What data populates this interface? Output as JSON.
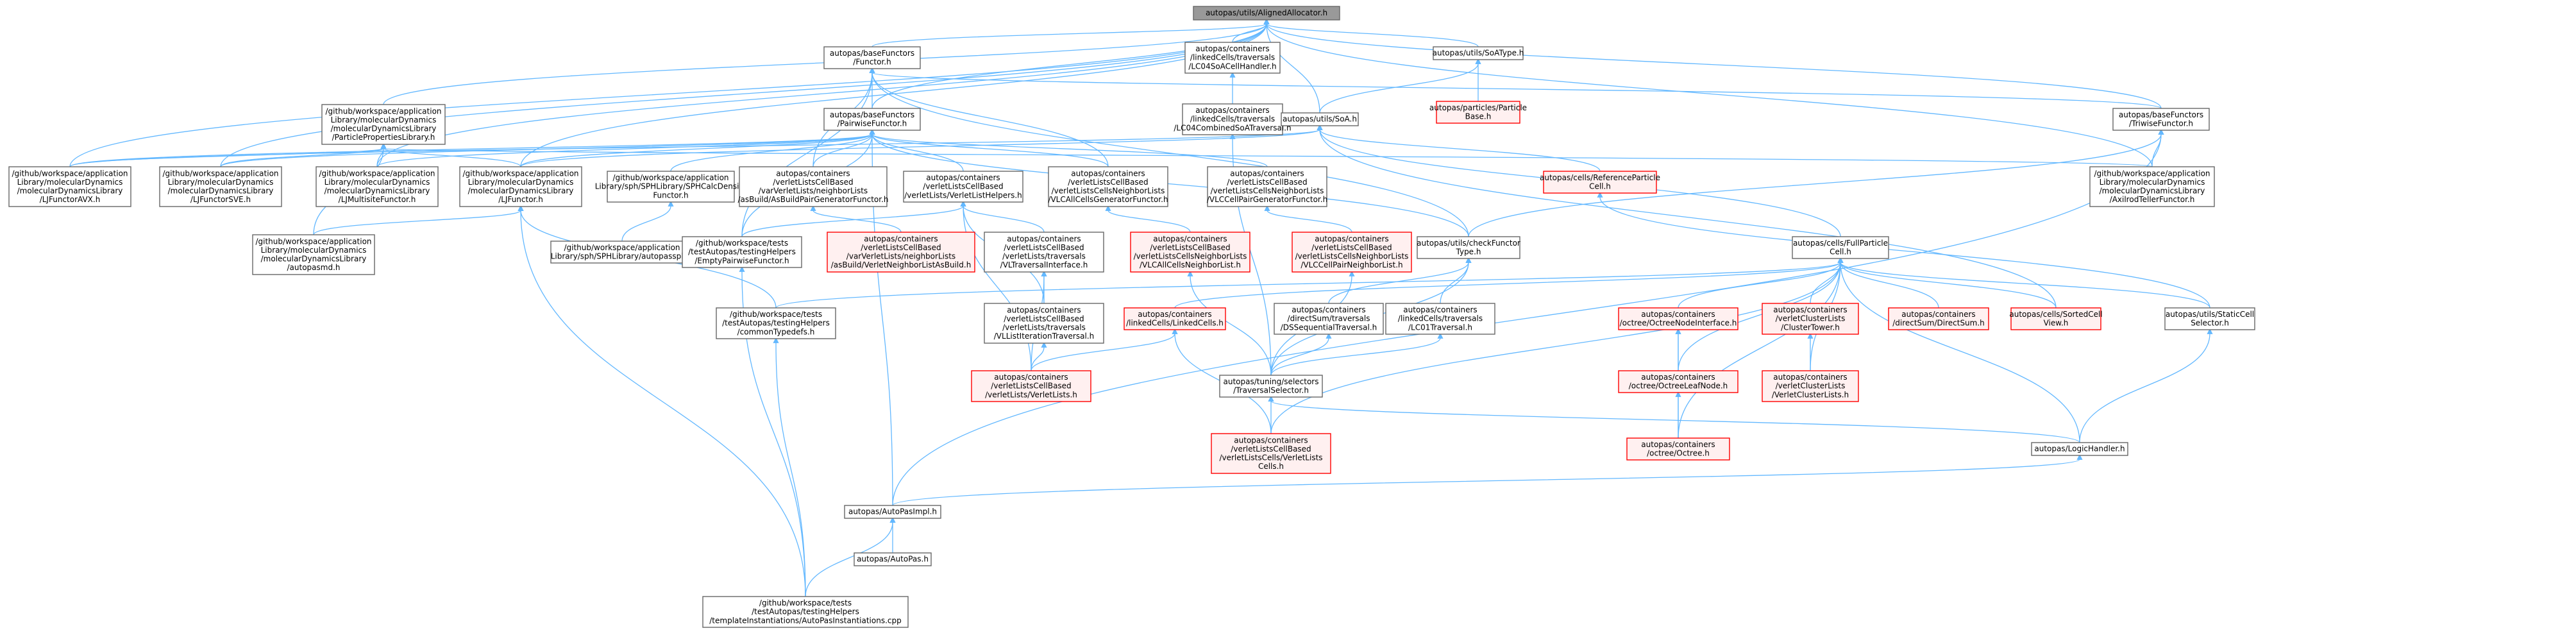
{
  "diagram": {
    "colors": {
      "edge": "#63B8FF",
      "node_fill": "#ffffff",
      "node_border": "#666666",
      "root_fill": "#999999",
      "root_border": "#666666",
      "missing_border": "#ff0000",
      "missing_fill": "#fff0f0"
    },
    "nodes": [
      {
        "id": "root",
        "kind": "root",
        "lines": [
          "autopas/utils/AlignedAllocator.h"
        ]
      },
      {
        "id": "basefunctor",
        "kind": "normal",
        "lines": [
          "autopas/baseFunctors",
          "/Functor.h"
        ]
      },
      {
        "id": "lc04soa",
        "kind": "normal",
        "lines": [
          "autopas/containers",
          "/linkedCells/traversals",
          "/LC04SoACellHandler.h"
        ]
      },
      {
        "id": "soatype",
        "kind": "normal",
        "lines": [
          "autopas/utils/SoAType.h"
        ]
      },
      {
        "id": "ppl",
        "kind": "normal",
        "lines": [
          "/github/workspace/application",
          "Library/molecularDynamics",
          "/molecularDynamicsLibrary",
          "/ParticlePropertiesLibrary.h"
        ]
      },
      {
        "id": "pairwise",
        "kind": "normal",
        "lines": [
          "autopas/baseFunctors",
          "/PairwiseFunctor.h"
        ]
      },
      {
        "id": "lc04comb",
        "kind": "normal",
        "lines": [
          "autopas/containers",
          "/linkedCells/traversals",
          "/LC04CombinedSoATraversal.h"
        ]
      },
      {
        "id": "particlebase",
        "kind": "missing",
        "lines": [
          "autopas/particles/Particle",
          "Base.h"
        ]
      },
      {
        "id": "soa",
        "kind": "normal",
        "lines": [
          "autopas/utils/SoA.h"
        ]
      },
      {
        "id": "triwise",
        "kind": "normal",
        "lines": [
          "autopas/baseFunctors",
          "/TriwiseFunctor.h"
        ]
      },
      {
        "id": "ljavx",
        "kind": "normal",
        "lines": [
          "/github/workspace/application",
          "Library/molecularDynamics",
          "/molecularDynamicsLibrary",
          "/LJFunctorAVX.h"
        ]
      },
      {
        "id": "ljsve",
        "kind": "normal",
        "lines": [
          "/github/workspace/application",
          "Library/molecularDynamics",
          "/molecularDynamicsLibrary",
          "/LJFunctorSVE.h"
        ]
      },
      {
        "id": "ljmulti",
        "kind": "normal",
        "lines": [
          "/github/workspace/application",
          "Library/molecularDynamics",
          "/molecularDynamicsLibrary",
          "/LJMultisiteFunctor.h"
        ]
      },
      {
        "id": "ljfunctor",
        "kind": "normal",
        "lines": [
          "/github/workspace/application",
          "Library/molecularDynamics",
          "/molecularDynamicsLibrary",
          "/LJFunctor.h"
        ]
      },
      {
        "id": "sphdensity",
        "kind": "normal",
        "lines": [
          "/github/workspace/application",
          "Library/sph/SPHLibrary/SPHCalcDensity",
          "Functor.h"
        ]
      },
      {
        "id": "asbuildgen",
        "kind": "normal",
        "lines": [
          "autopas/containers",
          "/verletListsCellBased",
          "/varVerletLists/neighborLists",
          "/asBuild/AsBuildPairGeneratorFunctor.h"
        ]
      },
      {
        "id": "vlhelpers",
        "kind": "normal",
        "lines": [
          "autopas/containers",
          "/verletListsCellBased",
          "/verletLists/VerletListHelpers.h"
        ]
      },
      {
        "id": "vlcallgen",
        "kind": "normal",
        "lines": [
          "autopas/containers",
          "/verletListsCellBased",
          "/verletListsCellsNeighborLists",
          "/VLCAllCellsGeneratorFunctor.h"
        ]
      },
      {
        "id": "vlcpairgen",
        "kind": "normal",
        "lines": [
          "autopas/containers",
          "/verletListsCellBased",
          "/verletListsCellsNeighborLists",
          "/VLCCellPairGeneratorFunctor.h"
        ]
      },
      {
        "id": "refcell",
        "kind": "missing",
        "lines": [
          "autopas/cells/ReferenceParticle",
          "Cell.h"
        ]
      },
      {
        "id": "axilrod",
        "kind": "normal",
        "lines": [
          "/github/workspace/application",
          "Library/molecularDynamics",
          "/molecularDynamicsLibrary",
          "/AxilrodTellerFunctor.h"
        ]
      },
      {
        "id": "autopasmd",
        "kind": "normal",
        "lines": [
          "/github/workspace/application",
          "Library/molecularDynamics",
          "/molecularDynamicsLibrary",
          "/autopasmd.h"
        ]
      },
      {
        "id": "autopassph",
        "kind": "normal",
        "lines": [
          "/github/workspace/application",
          "Library/sph/SPHLibrary/autopassph.h"
        ]
      },
      {
        "id": "emptypair",
        "kind": "normal",
        "lines": [
          "/github/workspace/tests",
          "/testAutopas/testingHelpers",
          "/EmptyPairwiseFunctor.h"
        ]
      },
      {
        "id": "vlneighlistasbuild",
        "kind": "missing",
        "lines": [
          "autopas/containers",
          "/verletListsCellBased",
          "/varVerletLists/neighborLists",
          "/asBuild/VerletNeighborListAsBuild.h"
        ]
      },
      {
        "id": "vltraversalif",
        "kind": "normal",
        "lines": [
          "autopas/containers",
          "/verletListsCellBased",
          "/verletLists/traversals",
          "/VLTraversalInterface.h"
        ]
      },
      {
        "id": "vlcallneigh",
        "kind": "missing",
        "lines": [
          "autopas/containers",
          "/verletListsCellBased",
          "/verletListsCellsNeighborLists",
          "/VLCAllCellsNeighborList.h"
        ]
      },
      {
        "id": "vlcpairneigh",
        "kind": "missing",
        "lines": [
          "autopas/containers",
          "/verletListsCellBased",
          "/verletListsCellsNeighborLists",
          "/VLCCellPairNeighborList.h"
        ]
      },
      {
        "id": "checkfunctor",
        "kind": "normal",
        "lines": [
          "autopas/utils/checkFunctor",
          "Type.h"
        ]
      },
      {
        "id": "fullparticle",
        "kind": "normal",
        "lines": [
          "autopas/cells/FullParticle",
          "Cell.h"
        ]
      },
      {
        "id": "commontypedefs",
        "kind": "normal",
        "lines": [
          "/github/workspace/tests",
          "/testAutopas/testingHelpers",
          "/commonTypedefs.h"
        ]
      },
      {
        "id": "vllistiter",
        "kind": "normal",
        "lines": [
          "autopas/containers",
          "/verletListsCellBased",
          "/verletLists/traversals",
          "/VLListIterationTraversal.h"
        ]
      },
      {
        "id": "linkedcells",
        "kind": "missing",
        "lines": [
          "autopas/containers",
          "/linkedCells/LinkedCells.h"
        ]
      },
      {
        "id": "dsseq",
        "kind": "normal",
        "lines": [
          "autopas/containers",
          "/directSum/traversals",
          "/DSSequentialTraversal.h"
        ]
      },
      {
        "id": "lc01",
        "kind": "normal",
        "lines": [
          "autopas/containers",
          "/linkedCells/traversals",
          "/LC01Traversal.h"
        ]
      },
      {
        "id": "octnodeif",
        "kind": "missing",
        "lines": [
          "autopas/containers",
          "/octree/OctreeNodeInterface.h"
        ]
      },
      {
        "id": "clustertower",
        "kind": "missing",
        "lines": [
          "autopas/containers",
          "/verletClusterLists",
          "/ClusterTower.h"
        ]
      },
      {
        "id": "directsum",
        "kind": "missing",
        "lines": [
          "autopas/containers",
          "/directSum/DirectSum.h"
        ]
      },
      {
        "id": "sortedcell",
        "kind": "missing",
        "lines": [
          "autopas/cells/SortedCell",
          "View.h"
        ]
      },
      {
        "id": "staticcell",
        "kind": "normal",
        "lines": [
          "autopas/utils/StaticCell",
          "Selector.h"
        ]
      },
      {
        "id": "verletlists",
        "kind": "missing",
        "lines": [
          "autopas/containers",
          "/verletListsCellBased",
          "/verletLists/VerletLists.h"
        ]
      },
      {
        "id": "travselector",
        "kind": "normal",
        "lines": [
          "autopas/tuning/selectors",
          "/TraversalSelector.h"
        ]
      },
      {
        "id": "octleaf",
        "kind": "missing",
        "lines": [
          "autopas/containers",
          "/octree/OctreeLeafNode.h"
        ]
      },
      {
        "id": "vclists",
        "kind": "missing",
        "lines": [
          "autopas/containers",
          "/verletClusterLists",
          "/VerletClusterLists.h"
        ]
      },
      {
        "id": "vlcells",
        "kind": "missing",
        "lines": [
          "autopas/containers",
          "/verletListsCellBased",
          "/verletListsCells/VerletLists",
          "Cells.h"
        ]
      },
      {
        "id": "octree",
        "kind": "missing",
        "lines": [
          "autopas/containers",
          "/octree/Octree.h"
        ]
      },
      {
        "id": "logichandler",
        "kind": "normal",
        "lines": [
          "autopas/LogicHandler.h"
        ]
      },
      {
        "id": "autopasimpl",
        "kind": "normal",
        "lines": [
          "autopas/AutoPasImpl.h"
        ]
      },
      {
        "id": "autopas",
        "kind": "normal",
        "lines": [
          "autopas/AutoPas.h"
        ]
      },
      {
        "id": "autopasinst",
        "kind": "normal",
        "lines": [
          "/github/workspace/tests",
          "/testAutopas/testingHelpers",
          "/templateInstantiations/AutoPasInstantiations.cpp"
        ]
      }
    ],
    "edges": [
      [
        "root",
        "basefunctor"
      ],
      [
        "root",
        "lc04soa"
      ],
      [
        "root",
        "soatype"
      ],
      [
        "root",
        "ppl"
      ],
      [
        "root",
        "pairwise"
      ],
      [
        "root",
        "soa"
      ],
      [
        "root",
        "triwise"
      ],
      [
        "root",
        "ljavx"
      ],
      [
        "root",
        "ljsve"
      ],
      [
        "root",
        "ljmulti"
      ],
      [
        "root",
        "ljfunctor"
      ],
      [
        "root",
        "axilrod"
      ],
      [
        "basefunctor",
        "pairwise"
      ],
      [
        "basefunctor",
        "triwise"
      ],
      [
        "basefunctor",
        "emptypair"
      ],
      [
        "basefunctor",
        "checkfunctor"
      ],
      [
        "basefunctor",
        "vlcallgen"
      ],
      [
        "basefunctor",
        "asbuildgen"
      ],
      [
        "lc04soa",
        "lc04comb"
      ],
      [
        "lc04comb",
        "travselector"
      ],
      [
        "soatype",
        "particlebase"
      ],
      [
        "soatype",
        "soa"
      ],
      [
        "ppl",
        "ljavx"
      ],
      [
        "ppl",
        "ljsve"
      ],
      [
        "ppl",
        "ljmulti"
      ],
      [
        "ppl",
        "ljfunctor"
      ],
      [
        "ppl",
        "autopasmd"
      ],
      [
        "ppl",
        "axilrod"
      ],
      [
        "pairwise",
        "ljavx"
      ],
      [
        "pairwise",
        "ljsve"
      ],
      [
        "pairwise",
        "ljmulti"
      ],
      [
        "pairwise",
        "ljfunctor"
      ],
      [
        "pairwise",
        "sphdensity"
      ],
      [
        "pairwise",
        "asbuildgen"
      ],
      [
        "pairwise",
        "vlhelpers"
      ],
      [
        "pairwise",
        "vlcallgen"
      ],
      [
        "pairwise",
        "vlcpairgen"
      ],
      [
        "pairwise",
        "autopasimpl"
      ],
      [
        "pairwise",
        "checkfunctor"
      ],
      [
        "pairwise",
        "emptypair"
      ],
      [
        "soa",
        "fullparticle"
      ],
      [
        "soa",
        "refcell"
      ],
      [
        "soa",
        "ljavx"
      ],
      [
        "soa",
        "ljfunctor"
      ],
      [
        "soa",
        "sortedcell"
      ],
      [
        "triwise",
        "axilrod"
      ],
      [
        "triwise",
        "checkfunctor"
      ],
      [
        "triwise",
        "autopasimpl"
      ],
      [
        "ljfunctor",
        "autopasmd"
      ],
      [
        "ljfunctor",
        "commontypedefs"
      ],
      [
        "ljfunctor",
        "autopasinst"
      ],
      [
        "sphdensity",
        "autopassph"
      ],
      [
        "asbuildgen",
        "vlneighlistasbuild"
      ],
      [
        "vlhelpers",
        "emptypair"
      ],
      [
        "vlhelpers",
        "vltraversalif"
      ],
      [
        "vlhelpers",
        "vllistiter"
      ],
      [
        "vlhelpers",
        "verletlists"
      ],
      [
        "vlcallgen",
        "vlcallneigh"
      ],
      [
        "vlcpairgen",
        "vlcpairneigh"
      ],
      [
        "refcell",
        "staticcell"
      ],
      [
        "emptypair",
        "autopasinst"
      ],
      [
        "vltraversalif",
        "vllistiter"
      ],
      [
        "vltraversalif",
        "verletlists"
      ],
      [
        "vlcallneigh",
        "travselector"
      ],
      [
        "vlcpairneigh",
        "travselector"
      ],
      [
        "checkfunctor",
        "dsseq"
      ],
      [
        "checkfunctor",
        "lc01"
      ],
      [
        "checkfunctor",
        "travselector"
      ],
      [
        "fullparticle",
        "commontypedefs"
      ],
      [
        "fullparticle",
        "linkedcells"
      ],
      [
        "fullparticle",
        "octnodeif"
      ],
      [
        "fullparticle",
        "clustertower"
      ],
      [
        "fullparticle",
        "directsum"
      ],
      [
        "fullparticle",
        "sortedcell"
      ],
      [
        "fullparticle",
        "staticcell"
      ],
      [
        "fullparticle",
        "vlcells"
      ],
      [
        "fullparticle",
        "octleaf"
      ],
      [
        "fullparticle",
        "vclists"
      ],
      [
        "fullparticle",
        "octree"
      ],
      [
        "fullparticle",
        "logichandler"
      ],
      [
        "commontypedefs",
        "autopasinst"
      ],
      [
        "vllistiter",
        "verletlists"
      ],
      [
        "linkedcells",
        "verletlists"
      ],
      [
        "linkedcells",
        "vlcells"
      ],
      [
        "dsseq",
        "travselector"
      ],
      [
        "lc01",
        "travselector"
      ],
      [
        "octnodeif",
        "octleaf"
      ],
      [
        "octnodeif",
        "octree"
      ],
      [
        "clustertower",
        "vclists"
      ],
      [
        "staticcell",
        "logichandler"
      ],
      [
        "travselector",
        "vlcells"
      ],
      [
        "travselector",
        "logichandler"
      ],
      [
        "octleaf",
        "octree"
      ],
      [
        "logichandler",
        "autopasimpl"
      ],
      [
        "autopasimpl",
        "autopas"
      ],
      [
        "autopasimpl",
        "autopasinst"
      ]
    ]
  }
}
